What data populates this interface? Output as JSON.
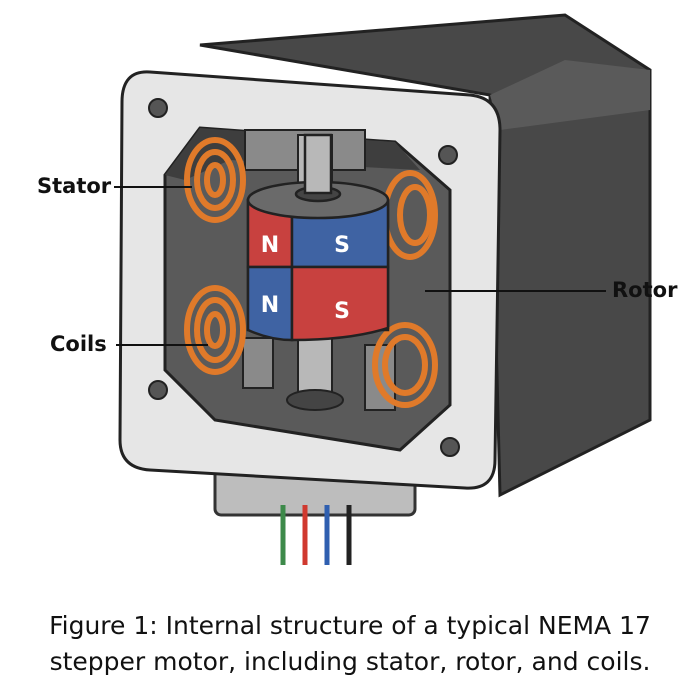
{
  "labels": {
    "stator": "Stator",
    "coils": "Coils",
    "rotor": "Rotor"
  },
  "magnet_poles": {
    "top_left": "N",
    "top_right": "S",
    "bottom_left": "N",
    "bottom_right": "S"
  },
  "caption": {
    "line1": "Figure 1: Internal structure of a typical NEMA 17",
    "line2": "stepper motor, including stator, rotor, and coils."
  },
  "colors": {
    "north": "#c8413f",
    "south": "#3f63a3",
    "coil": "#e07a2a",
    "housing": "#4a4a4a",
    "faceplate": "#e4e4e4"
  },
  "wire_colors": [
    "#3d8a4a",
    "#d0392f",
    "#2f5fb0",
    "#222222"
  ]
}
